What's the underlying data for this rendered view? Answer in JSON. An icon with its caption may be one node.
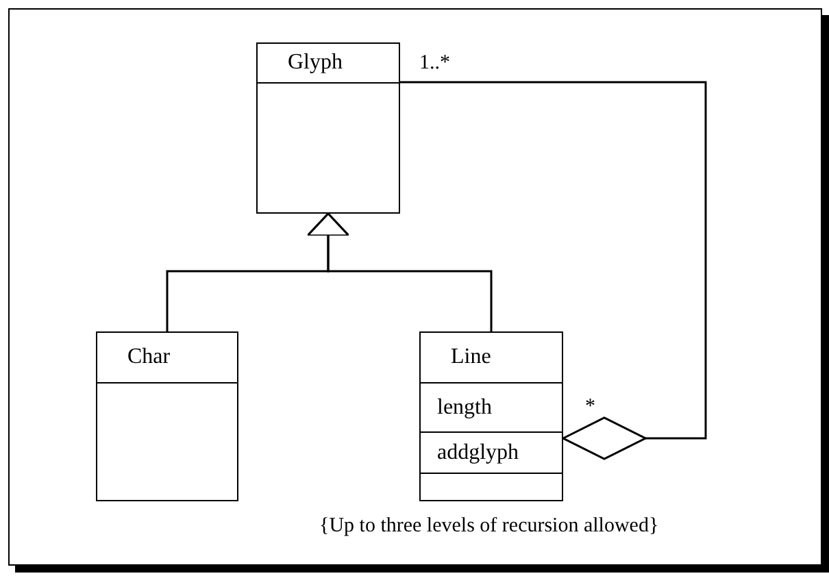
{
  "diagram": {
    "nodes": [
      {
        "text": [
          "Glyph"
        ]
      },
      {
        "text": [
          "Char"
        ]
      },
      {
        "text": [
          "Line",
          "length",
          "addglyph"
        ]
      }
    ],
    "edges": [
      {
        "from": 1,
        "to": 0,
        "arrow": "to"
      },
      {
        "from": 2,
        "to": 0,
        "arrow": "to"
      },
      {
        "from": 2,
        "to": 0,
        "arrow": "other"
      }
    ],
    "labels": [
      "1..*",
      "*",
      "{Up to three levels of recursion allowed}"
    ]
  }
}
